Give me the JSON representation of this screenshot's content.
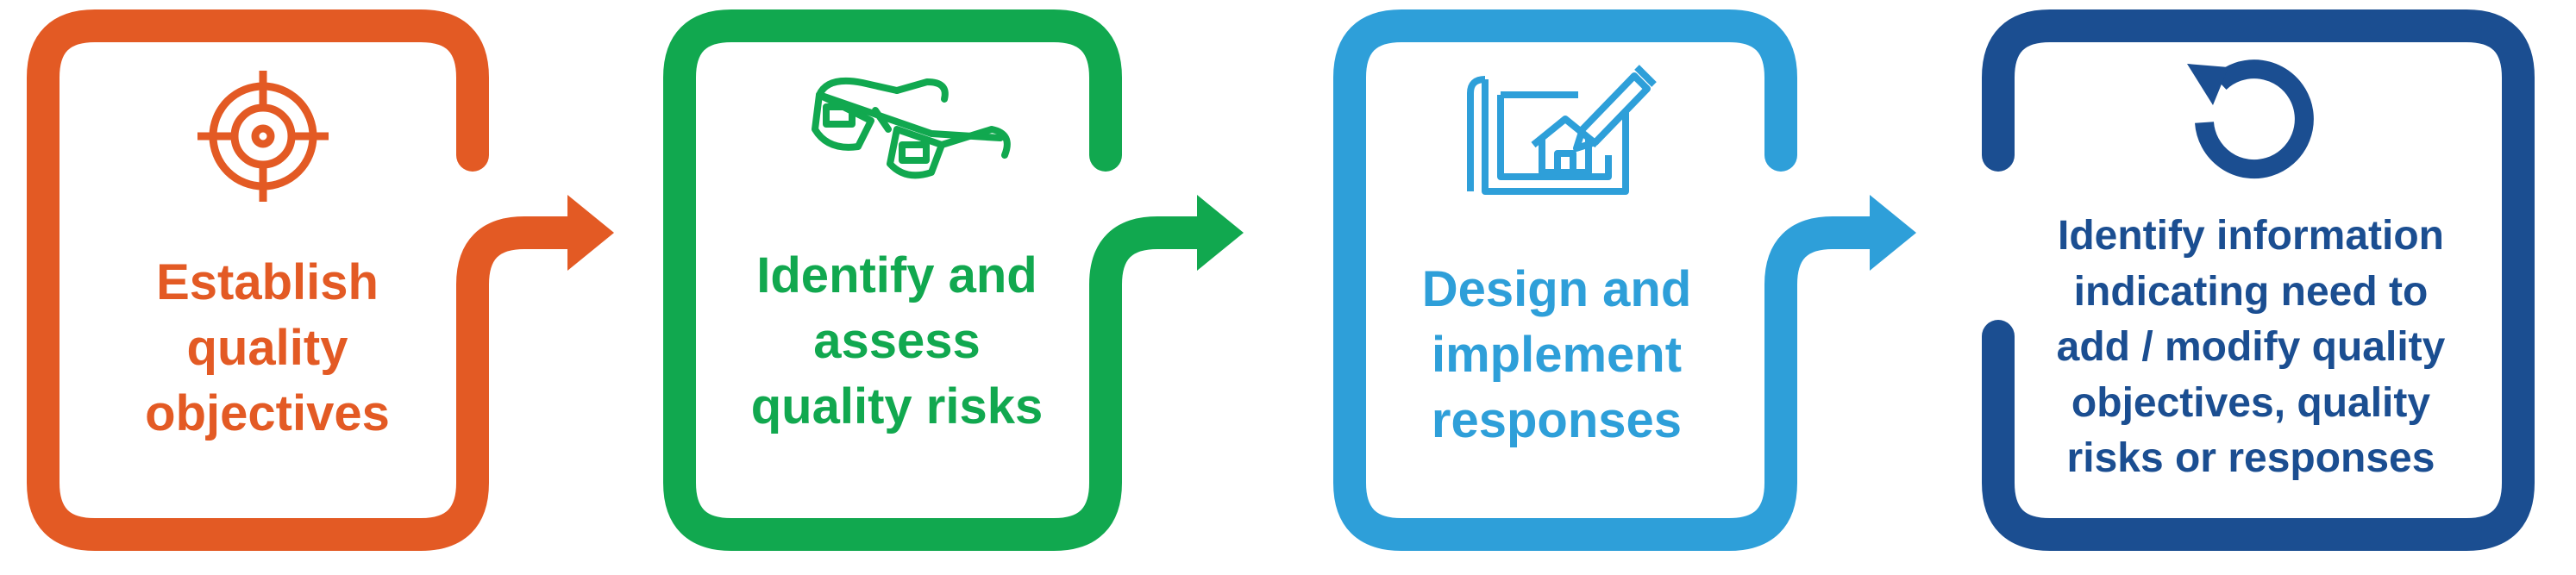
{
  "colors": {
    "orange": "#E35A24",
    "green": "#11A84F",
    "light_blue": "#2E9FD9",
    "dark_blue": "#1B4E91"
  },
  "steps": [
    {
      "icon": "target-icon",
      "color": "#E35A24",
      "lines": [
        "Establish",
        "quality",
        "objectives"
      ]
    },
    {
      "icon": "3d-glasses-icon",
      "color": "#11A84F",
      "lines": [
        "Identify and",
        "assess",
        "quality risks"
      ]
    },
    {
      "icon": "blueprint-house-icon",
      "color": "#2E9FD9",
      "lines": [
        "Design and",
        "implement",
        "responses"
      ]
    },
    {
      "icon": "refresh-icon",
      "color": "#1B4E91",
      "lines": [
        "Identify information",
        "indicating need to",
        "add / modify quality",
        "objectives, quality",
        "risks or responses"
      ]
    }
  ]
}
